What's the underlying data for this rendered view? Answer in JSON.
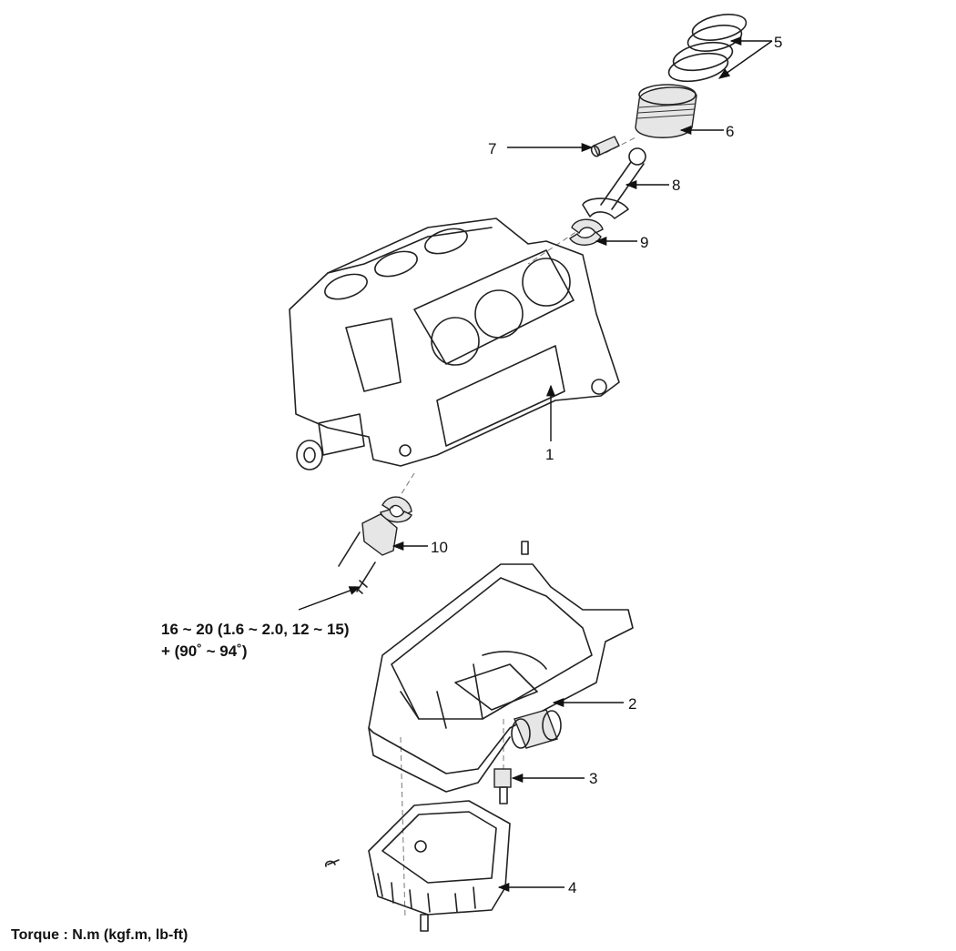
{
  "labels": {
    "l1": "1",
    "l2": "2",
    "l3": "3",
    "l4": "4",
    "l5": "5",
    "l6": "6",
    "l7": "7",
    "l8": "8",
    "l9": "9",
    "l10": "10"
  },
  "torque": {
    "line1": "16 ~ 20 (1.6 ~ 2.0, 12 ~ 15)",
    "line2": "+ (90˚ ~ 94˚)"
  },
  "footer": "Torque : N.m (kgf.m, lb-ft)",
  "icons": [
    "engine-block",
    "oil-pan-upper",
    "oil-pan-lower",
    "piston",
    "piston-rings",
    "piston-pin",
    "connecting-rod",
    "bearing",
    "bearing-cap",
    "oil-filter",
    "oil-pressure-switch"
  ]
}
